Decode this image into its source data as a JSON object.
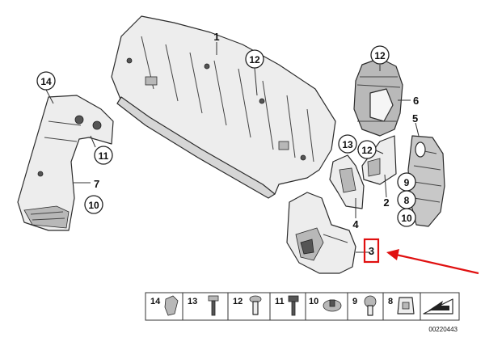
{
  "callouts": {
    "c1": "1",
    "c12a": "12",
    "c14": "14",
    "c11": "11",
    "c7": "7",
    "c10a": "10",
    "c12b": "12",
    "c6": "6",
    "c5": "5",
    "c13": "13",
    "c12c": "12",
    "c9": "9",
    "c8": "8",
    "c10b": "10",
    "c2": "2",
    "c4": "4",
    "c3": "3"
  },
  "legend": {
    "items": [
      "14",
      "13",
      "12",
      "11",
      "10",
      "9",
      "8"
    ]
  },
  "drawing_number": "00220443",
  "colors": {
    "highlight": "#e01010",
    "line": "#2b2b2b"
  }
}
